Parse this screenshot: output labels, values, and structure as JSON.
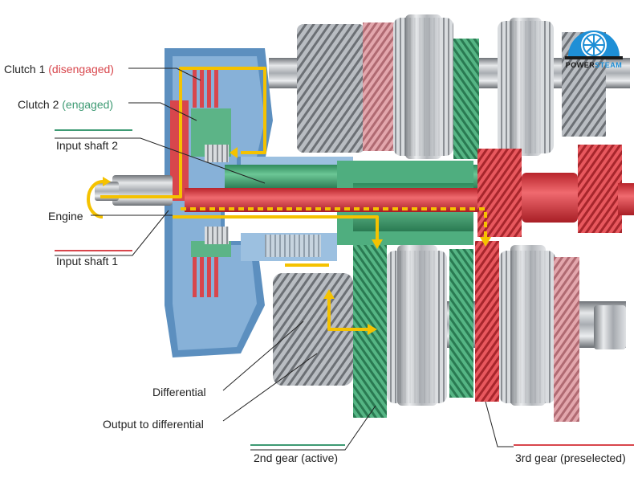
{
  "labels": {
    "clutch1": {
      "name": "Clutch 1",
      "state": "(disengaged)"
    },
    "clutch2": {
      "name": "Clutch 2",
      "state": "(engaged)"
    },
    "input_shaft_2": "Input shaft 2",
    "engine": "Engine",
    "input_shaft_1": "Input shaft 1",
    "differential": "Differential",
    "output_to_differential": "Output to differential",
    "gear_2": "2nd gear (active)",
    "gear_3": "3rd gear (preselected)"
  },
  "logo": {
    "text_part1": "POWER",
    "text_part2": "STEAM"
  },
  "colors": {
    "disengaged": "#d8464c",
    "engaged": "#3d9a73",
    "flow_arrow": "#f5c200",
    "logo_blue": "#1e8fd6"
  }
}
